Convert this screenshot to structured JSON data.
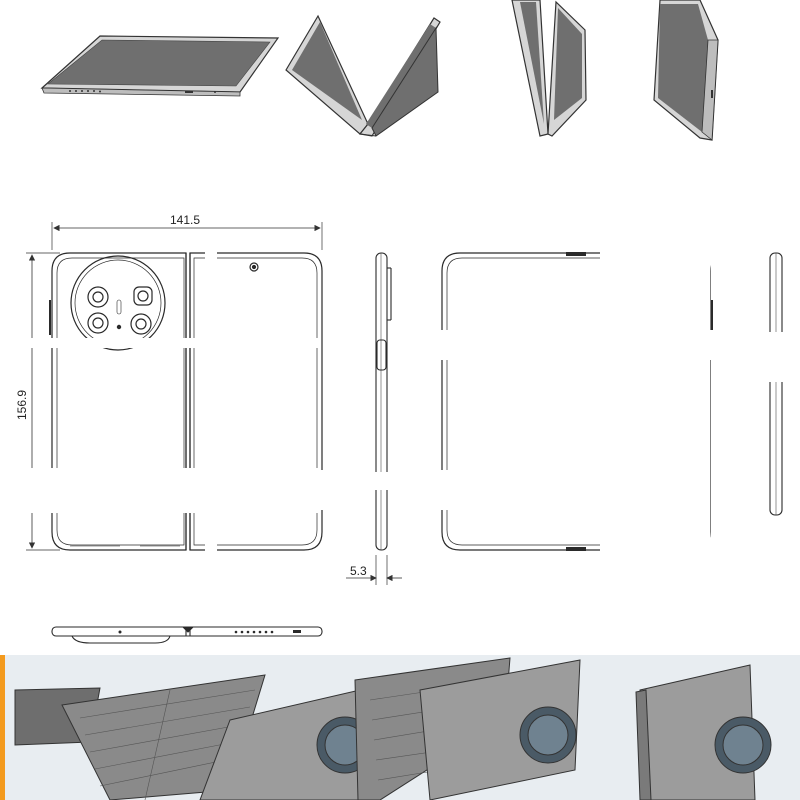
{
  "dimensions": {
    "width_label": "141.5",
    "height_label": "156.9",
    "thickness_label": "5.3"
  },
  "colors": {
    "line": "#2a2a2a",
    "screen": "#6f6f6f",
    "body": "#d9d9d9",
    "accent_strip": "#f39a1e",
    "bottom_bg": "#e8edf1"
  }
}
